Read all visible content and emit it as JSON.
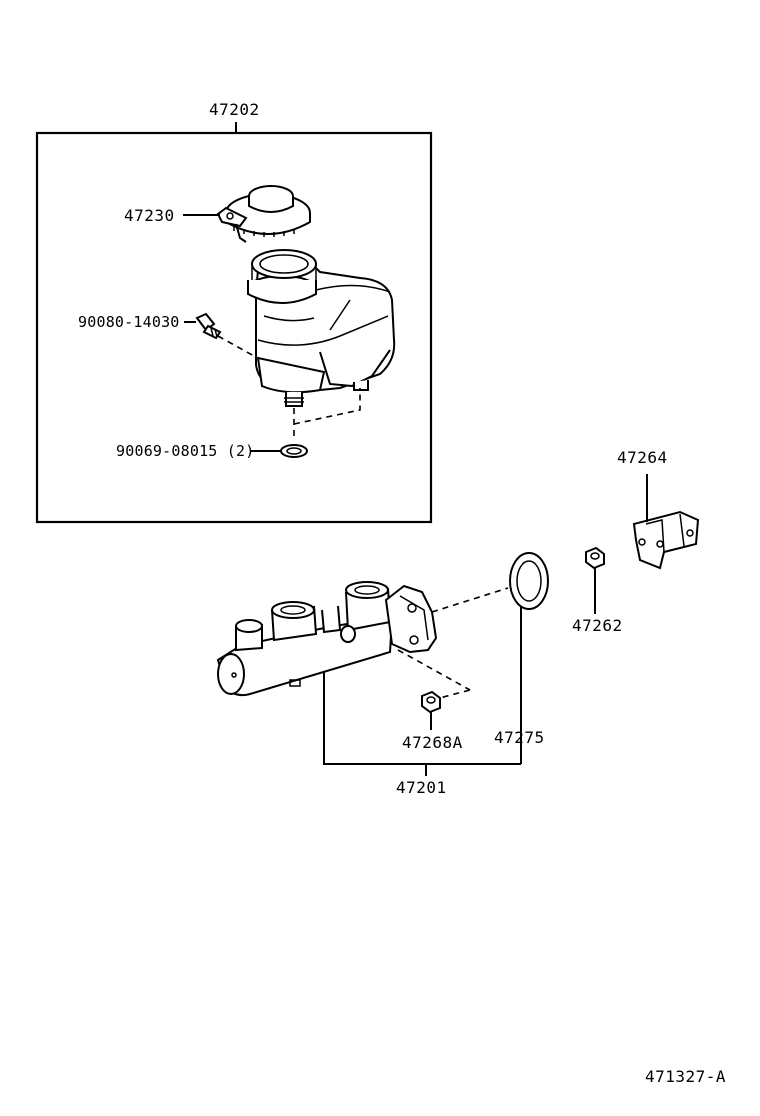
{
  "diagram": {
    "labels": {
      "p47202": "47202",
      "p47230": "47230",
      "p90080": "90080-14030",
      "p90069": "90069-08015 (2)",
      "p47264": "47264",
      "p47262": "47262",
      "p47268a": "47268A",
      "p47275": "47275",
      "p47201": "47201"
    },
    "reference": "471327-A"
  }
}
